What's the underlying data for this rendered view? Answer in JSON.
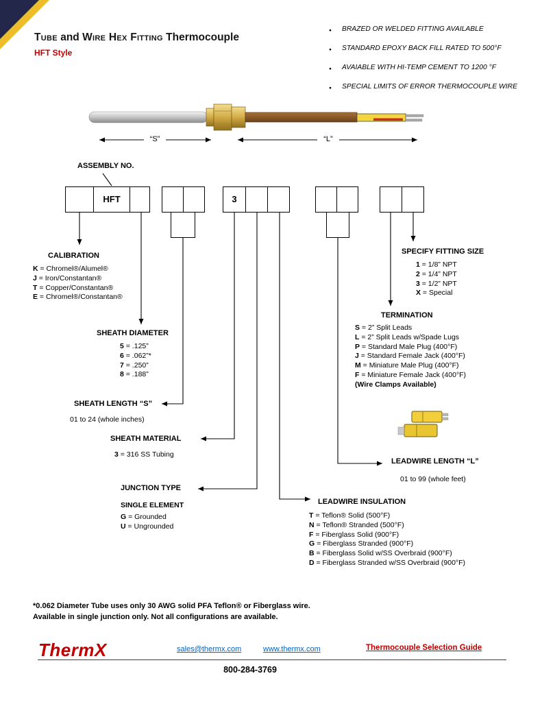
{
  "header": {
    "title_p1": "Tube",
    "title_p2": " and ",
    "title_p3": "Wire Hex Fitting",
    "title_p4": " Thermocouple",
    "subtitle": "HFT Style"
  },
  "features": [
    "BRAZED OR WELDED FITTING AVAILABLE",
    "STANDARD EPOXY BACK FILL RATED  TO 500°F",
    "AVAIABLE WITH HI-TEMP CEMENT TO 1200 °F",
    "SPECIAL LIMITS OF ERROR THERMOCOUPLE WIRE"
  ],
  "diagram": {
    "dim_s": "“S”",
    "dim_l": "“L”",
    "assembly_no": "ASSEMBLY NO.",
    "boxes": {
      "g1": [
        "",
        "HFT",
        ""
      ],
      "g2": [
        "",
        ""
      ],
      "g2_sub": "",
      "g3": [
        "3",
        "",
        ""
      ],
      "g4": [
        "",
        ""
      ],
      "g4_sub": "",
      "g5": [
        "",
        ""
      ]
    }
  },
  "sections": {
    "calibration": {
      "title": "CALIBRATION",
      "items": [
        {
          "key": "K",
          "rest": " = Chromel®/Alumel®"
        },
        {
          "key": "J",
          "rest": " = Iron/Constantan®"
        },
        {
          "key": "T",
          "rest": " = Copper/Constantan®"
        },
        {
          "key": "E",
          "rest": " = Chromel®/Constantan®"
        }
      ]
    },
    "sheath_diameter": {
      "title": "SHEATH DIAMETER",
      "items": [
        {
          "key": "5",
          "rest": " = .125”"
        },
        {
          "key": "6",
          "rest": " = .062”*"
        },
        {
          "key": "7",
          "rest": " = .250”"
        },
        {
          "key": "8",
          "rest": " = .188”"
        }
      ]
    },
    "sheath_length": {
      "title": "SHEATH LENGTH “S”",
      "note": "01 to 24 (whole inches)"
    },
    "sheath_material": {
      "title": "SHEATH MATERIAL",
      "items": [
        {
          "key": "3",
          "rest": " = 316 SS Tubing"
        }
      ]
    },
    "junction_type": {
      "title": "JUNCTION TYPE",
      "subtitle": "SINGLE ELEMENT",
      "items": [
        {
          "key": "G",
          "rest": " = Grounded"
        },
        {
          "key": "U",
          "rest": " = Ungrounded"
        }
      ]
    },
    "leadwire_insulation": {
      "title": "LEADWIRE INSULATION",
      "items": [
        {
          "key": "T",
          "rest": " = Teflon® Solid (500°F)"
        },
        {
          "key": "N",
          "rest": " = Teflon® Stranded (500°F)"
        },
        {
          "key": "F",
          "rest": " = Fiberglass Solid (900°F)"
        },
        {
          "key": "G",
          "rest": " = Fiberglass Stranded (900°F)"
        },
        {
          "key": "B",
          "rest": " = Fiberglass Solid w/SS Overbraid (900°F)"
        },
        {
          "key": "D",
          "rest": " = Fiberglass Stranded w/SS Overbraid (900°F)"
        }
      ]
    },
    "leadwire_length": {
      "title": "LEADWIRE LENGTH “L”",
      "note": "01 to 99 (whole feet)"
    },
    "termination": {
      "title": "TERMINATION",
      "items": [
        {
          "key": "S",
          "rest": " = 2” Split Leads"
        },
        {
          "key": "L",
          "rest": " = 2” Split Leads w/Spade Lugs"
        },
        {
          "key": "P",
          "rest": " = Standard Male Plug (400°F)"
        },
        {
          "key": "J",
          "rest": " = Standard Female Jack (400°F)"
        },
        {
          "key": "M",
          "rest": " = Miniature Male Plug (400°F)"
        },
        {
          "key": "F",
          "rest": " = Miniature Female Jack (400°F)"
        },
        {
          "text": "(Wire Clamps Available)",
          "bold": true
        }
      ]
    },
    "fitting_size": {
      "title": "SPECIFY FITTING SIZE",
      "items": [
        {
          "key": "1",
          "rest": " = 1/8” NPT"
        },
        {
          "key": "2",
          "rest": " = 1/4” NPT"
        },
        {
          "key": "3",
          "rest": " = 1/2” NPT"
        },
        {
          "key": "X",
          "rest": " = Special"
        }
      ]
    }
  },
  "footnote": {
    "line1": "*0.062 Diameter Tube uses only 30 AWG solid PFA Teflon® or Fiberglass wire.",
    "line2": "Available in single junction only.  Not all configurations are available."
  },
  "footer": {
    "logo": "ThermX",
    "email": "sales@thermx.com",
    "website": "www.thermx.com",
    "guide": "Thermocouple Selection Guide",
    "phone": "800-284-3769"
  },
  "colors": {
    "accent_red": "#C00000",
    "link_blue": "#0563C1",
    "corner_navy": "#23284A",
    "corner_yellow": "#EDBE2A",
    "probe_brown": "#8A5A28",
    "probe_yellow": "#F4D53D",
    "probe_brass": "#D2AB46"
  }
}
